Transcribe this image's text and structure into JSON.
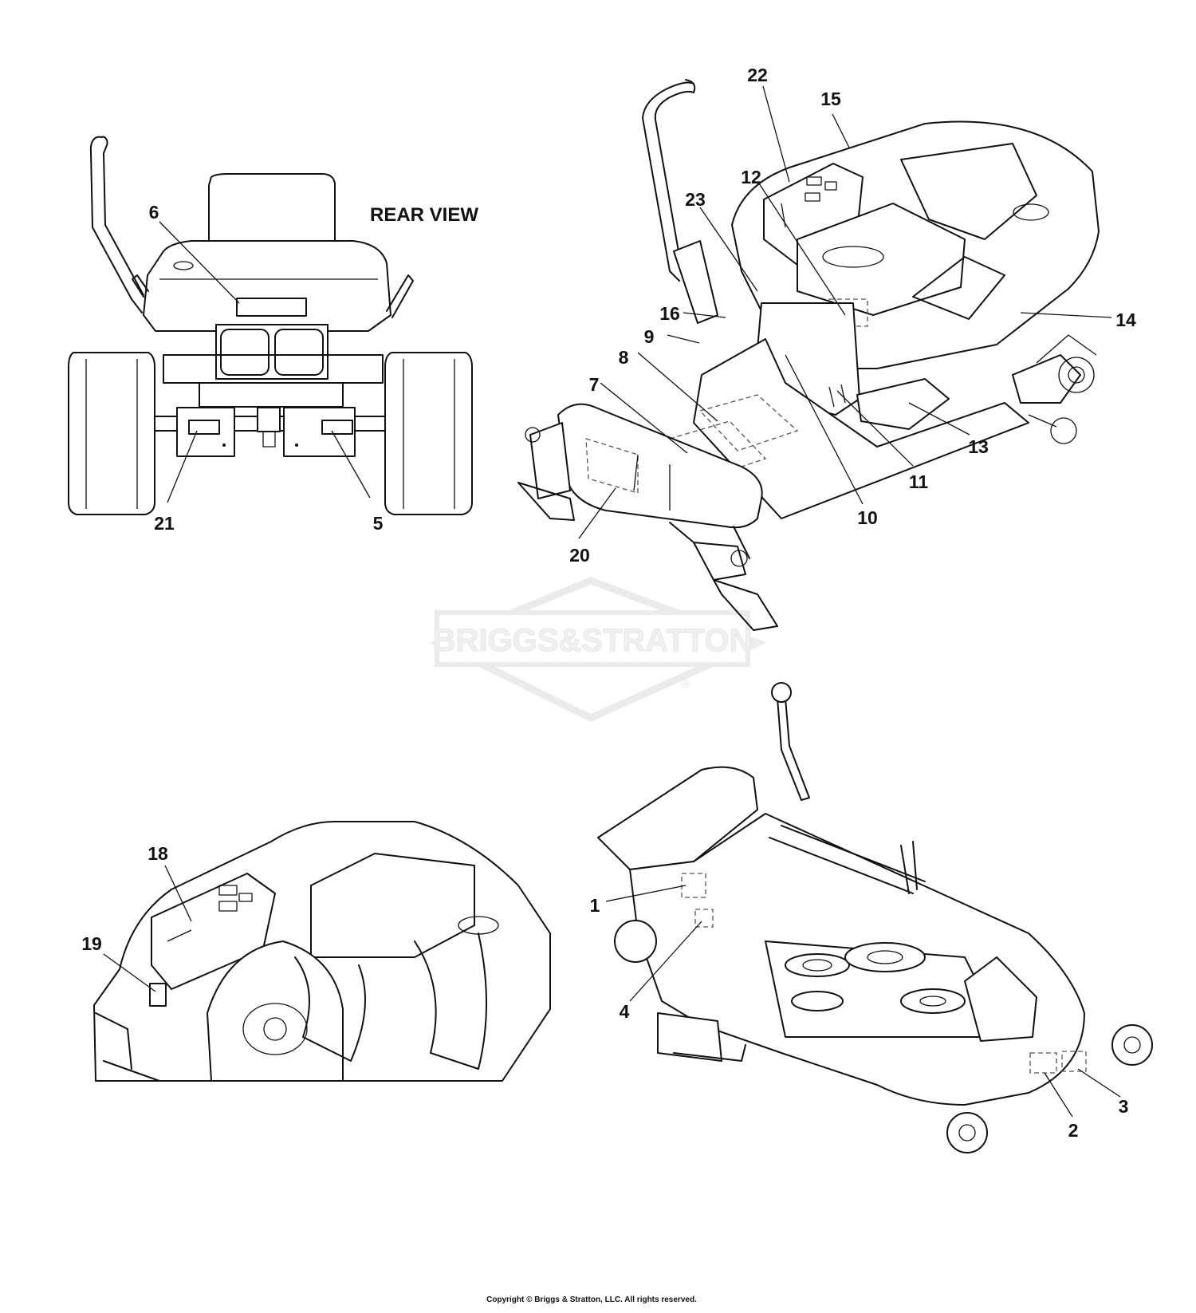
{
  "views": {
    "rear": {
      "title": "REAR VIEW",
      "callouts": {
        "c6": "6",
        "c21": "21",
        "c5": "5"
      }
    },
    "chassis": {
      "callouts": {
        "c22": "22",
        "c15": "15",
        "c12": "12",
        "c23": "23",
        "c16": "16",
        "c9": "9",
        "c8": "8",
        "c7": "7",
        "c14": "14",
        "c13": "13",
        "c11": "11",
        "c10": "10",
        "c20": "20"
      }
    },
    "fender": {
      "callouts": {
        "c18": "18",
        "c19": "19"
      }
    },
    "deck": {
      "callouts": {
        "c1": "1",
        "c4": "4",
        "c2": "2",
        "c3": "3"
      }
    }
  },
  "watermark": {
    "brand": "BRIGGS&STRATTON",
    "mark": "®"
  },
  "footer": {
    "copyright": "Copyright © Briggs & Stratton, LLC. All rights reserved."
  }
}
